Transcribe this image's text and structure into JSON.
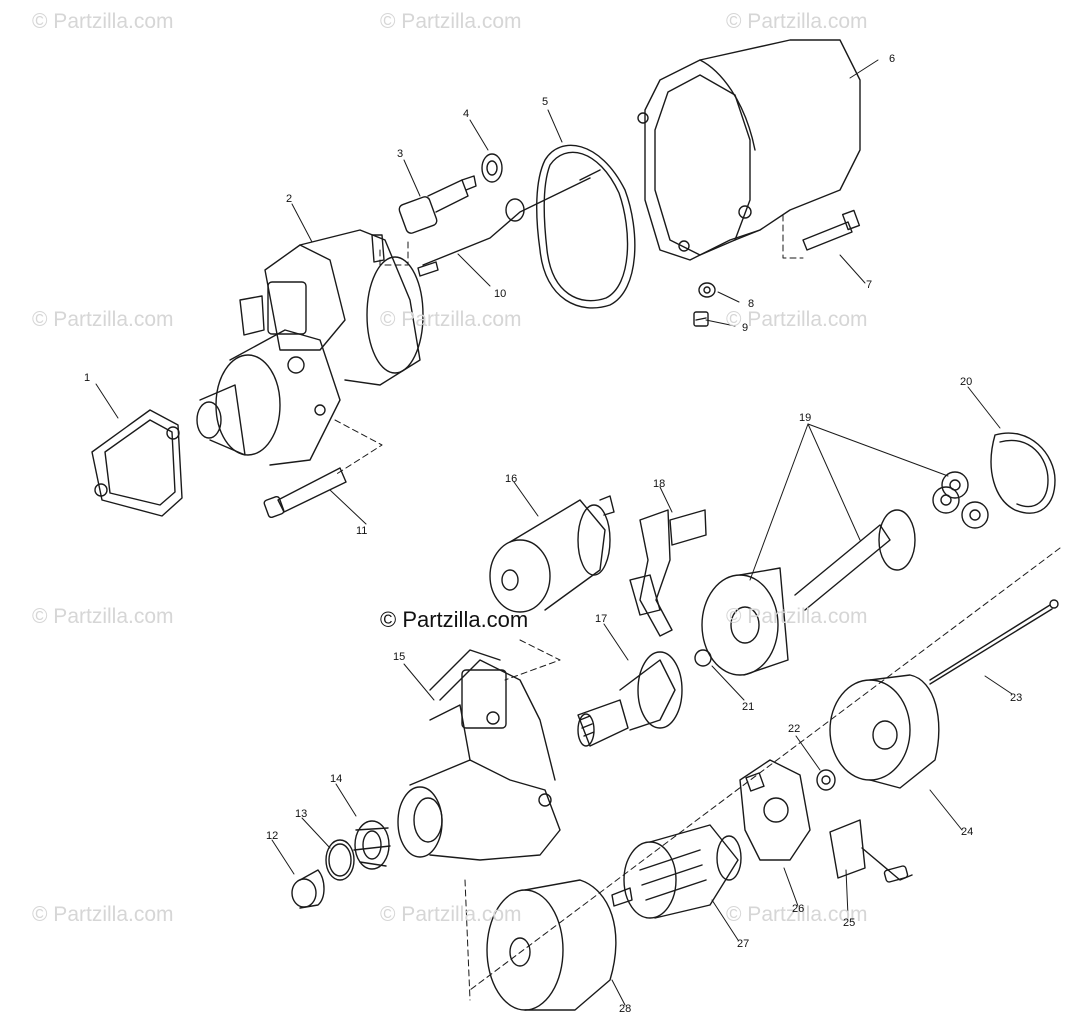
{
  "watermark": {
    "text": "© Partzilla.com"
  },
  "brand": {
    "text": "© Partzilla.com"
  },
  "callouts": [
    "1",
    "2",
    "3",
    "4",
    "5",
    "6",
    "7",
    "8",
    "9",
    "10",
    "11",
    "12",
    "13",
    "14",
    "15",
    "16",
    "17",
    "18",
    "19",
    "20",
    "21",
    "22",
    "23",
    "24",
    "25",
    "26",
    "27",
    "28"
  ],
  "colors": {
    "ink": "#1a1a1a",
    "watermark": "#d6d6d6",
    "background": "#ffffff"
  }
}
